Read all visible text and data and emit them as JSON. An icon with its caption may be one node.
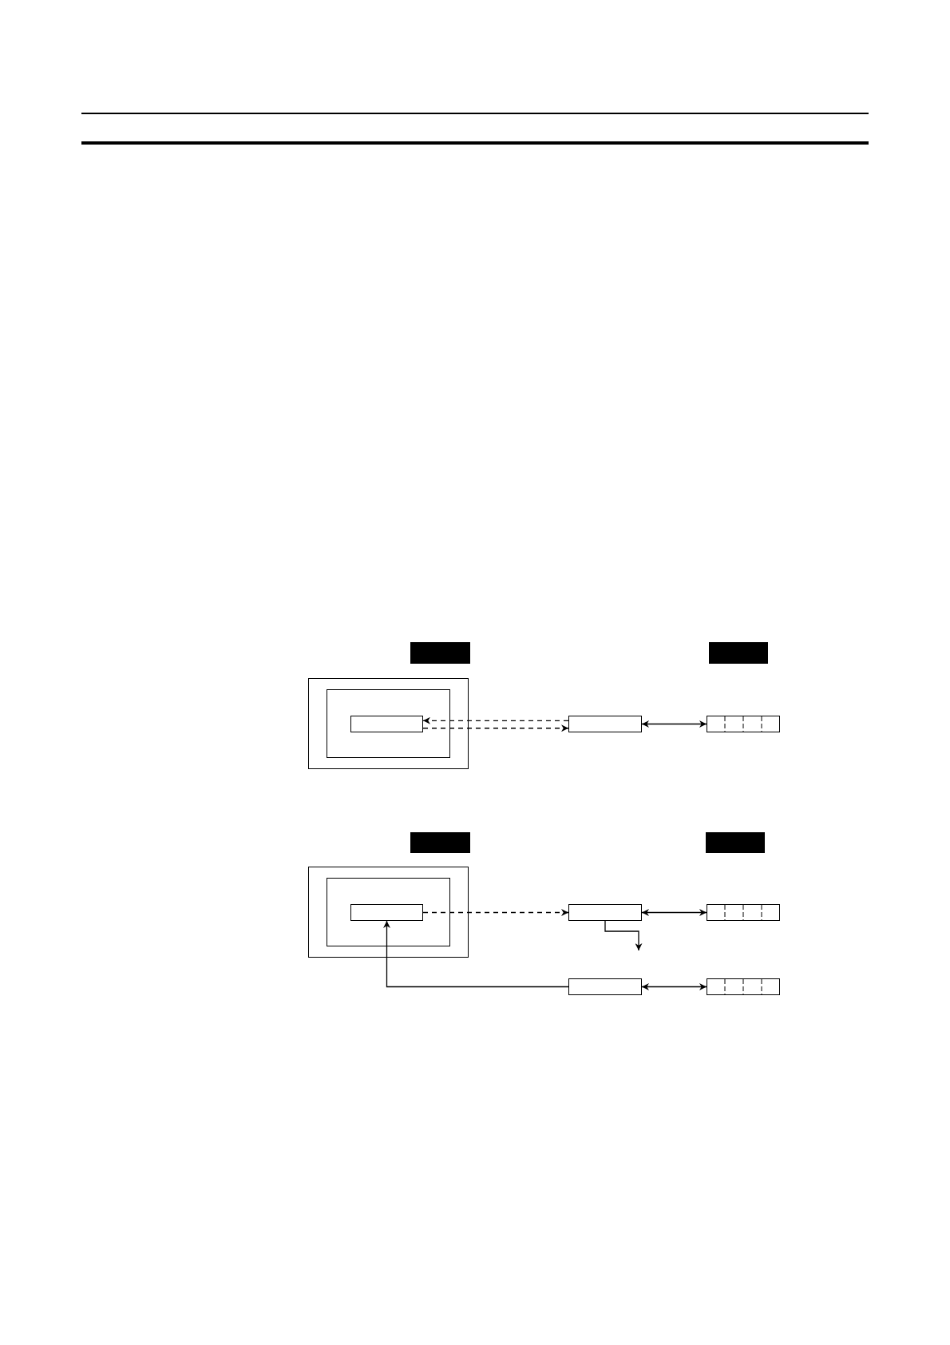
{
  "diagram": {
    "nodes": [
      {
        "text": [],
        "shape": "bar"
      },
      {
        "text": [],
        "shape": "bar"
      },
      {
        "text": [],
        "shape": "box"
      },
      {
        "text": [],
        "shape": "box",
        "in": 2
      },
      {
        "text": [],
        "shape": "box",
        "in": 3
      },
      {
        "text": [],
        "shape": "box"
      },
      {
        "text": [],
        "shape": "box"
      },
      {
        "text": [],
        "shape": "bar"
      },
      {
        "text": [],
        "shape": "bar"
      },
      {
        "text": [],
        "shape": "box"
      },
      {
        "text": [],
        "shape": "box",
        "in": 9
      },
      {
        "text": [],
        "shape": "box",
        "in": 10
      },
      {
        "text": [],
        "shape": "box"
      },
      {
        "text": [],
        "shape": "box"
      },
      {
        "text": [],
        "shape": "box"
      },
      {
        "text": [],
        "shape": "box"
      }
    ],
    "edges": [
      {
        "from": 5,
        "to": 4,
        "arrow": "to",
        "style": "dashed"
      },
      {
        "from": 4,
        "to": 5,
        "arrow": "to",
        "style": "dashed"
      },
      {
        "from": 5,
        "to": 6,
        "arrow": "both"
      },
      {
        "from": 11,
        "to": 12,
        "arrow": "to",
        "style": "dashed"
      },
      {
        "from": 12,
        "to": 13,
        "arrow": "both"
      },
      {
        "from": 12,
        "to": null,
        "arrow": "to"
      },
      {
        "from": 14,
        "to": 11,
        "arrow": "to"
      },
      {
        "from": 14,
        "to": 15,
        "arrow": "both"
      }
    ]
  }
}
